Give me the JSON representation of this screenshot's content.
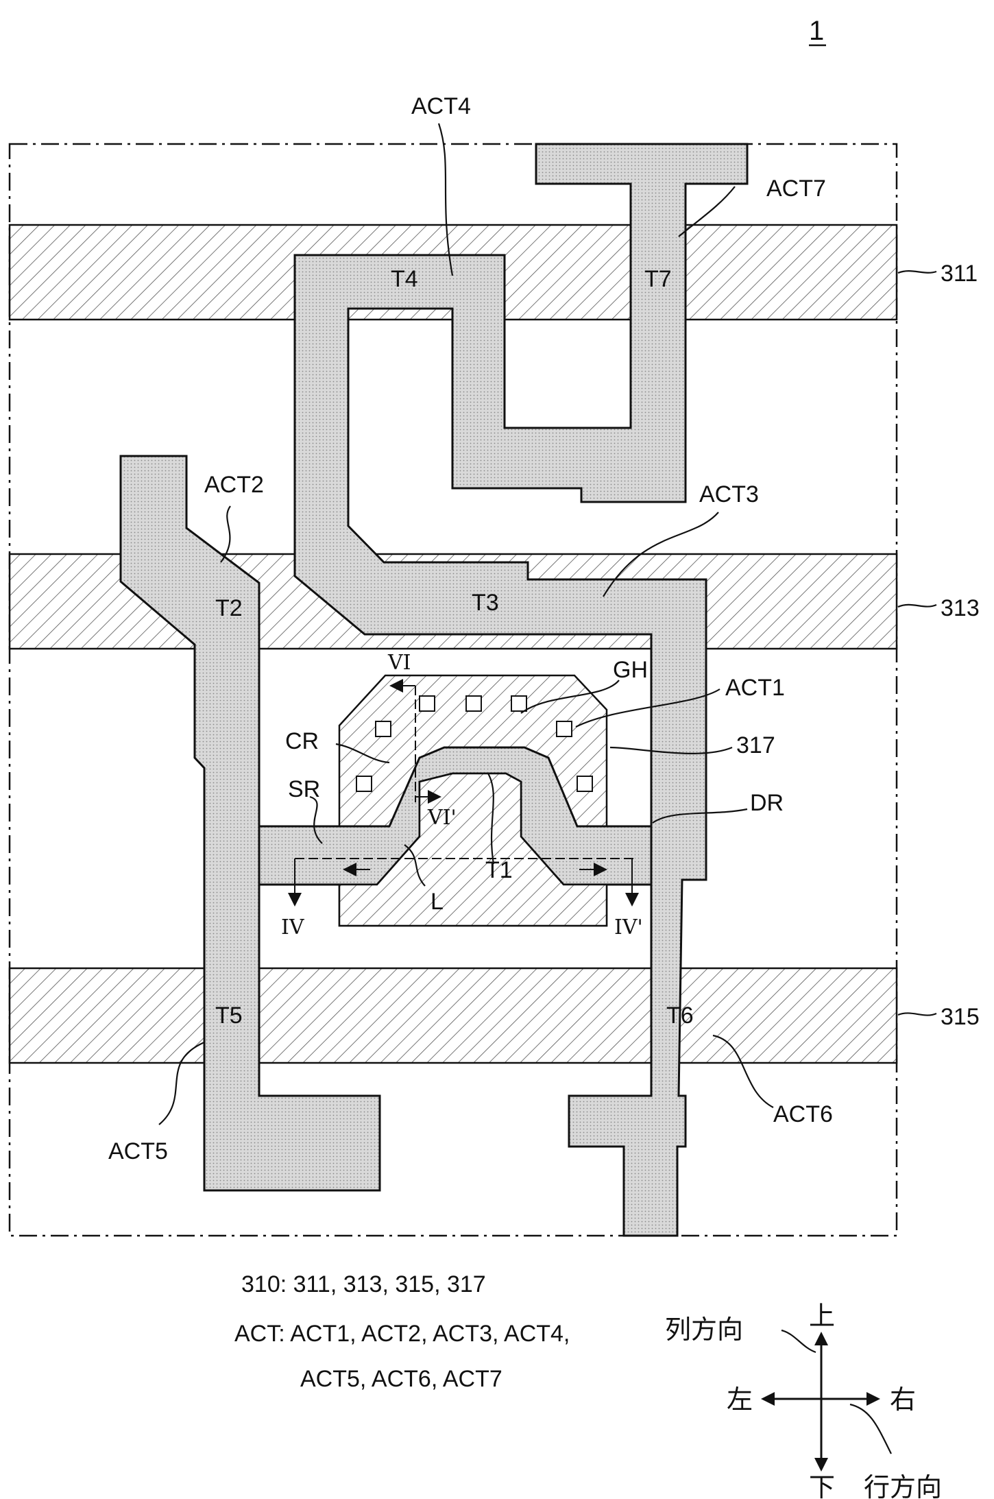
{
  "figure_number": "1",
  "gate_lines": [
    {
      "id": "311",
      "label": "311"
    },
    {
      "id": "313",
      "label": "313"
    },
    {
      "id": "315",
      "label": "315"
    },
    {
      "id": "317",
      "label": "317"
    }
  ],
  "active_labels": {
    "act1": "ACT1",
    "act2": "ACT2",
    "act3": "ACT3",
    "act4": "ACT4",
    "act5": "ACT5",
    "act6": "ACT6",
    "act7": "ACT7"
  },
  "transistor_labels": {
    "t1": "T1",
    "t2": "T2",
    "t3": "T3",
    "t4": "T4",
    "t5": "T5",
    "t6": "T6",
    "t7": "T7"
  },
  "region_labels": {
    "gh": "GH",
    "cr": "CR",
    "sr": "SR",
    "dr": "DR",
    "l": "L"
  },
  "section_labels": {
    "vi": "VI",
    "vi_prime": "VI'",
    "iv": "IV",
    "iv_prime": "IV'"
  },
  "legend": {
    "line1": "310: 311, 313, 315, 317",
    "line2": "ACT: ACT1, ACT2, ACT3, ACT4,",
    "line3": "ACT5, ACT6, ACT7"
  },
  "compass": {
    "up": "上",
    "down": "下",
    "left": "左",
    "right": "右",
    "column_direction": "列方向",
    "row_direction": "行方向"
  }
}
